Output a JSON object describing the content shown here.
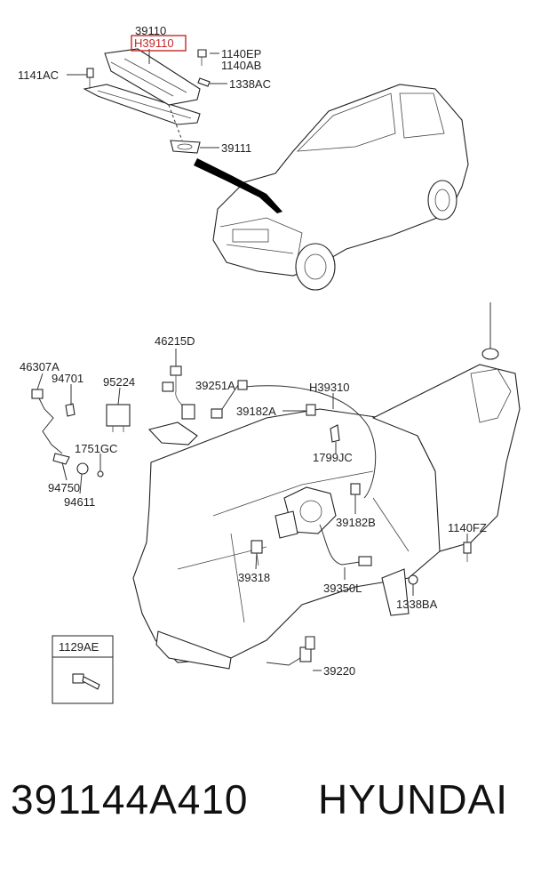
{
  "labels": {
    "p39110": "39110",
    "h39110": "H39110",
    "p1140EP": "1140EP",
    "p1140AB": "1140AB",
    "p1141AC": "1141AC",
    "p1338AC": "1338AC",
    "p39111": "39111",
    "p46215D": "46215D",
    "p46307A": "46307A",
    "p94701": "94701",
    "p95224": "95224",
    "p39251A": "39251A",
    "h39310": "H39310",
    "p39182A": "39182A",
    "p1751GC": "1751GC",
    "p1799JC": "1799JC",
    "p94750": "94750",
    "p94611": "94611",
    "p39182B": "39182B",
    "p1140FZ": "1140FZ",
    "p39318": "39318",
    "p39350L": "39350L",
    "p1338BA": "1338BA",
    "p1129AE": "1129AE",
    "p39220": "39220"
  },
  "footer": {
    "part_number": "391144A410",
    "brand": "HYUNDAI"
  },
  "colors": {
    "highlight": "#c62828",
    "line": "#333333"
  }
}
